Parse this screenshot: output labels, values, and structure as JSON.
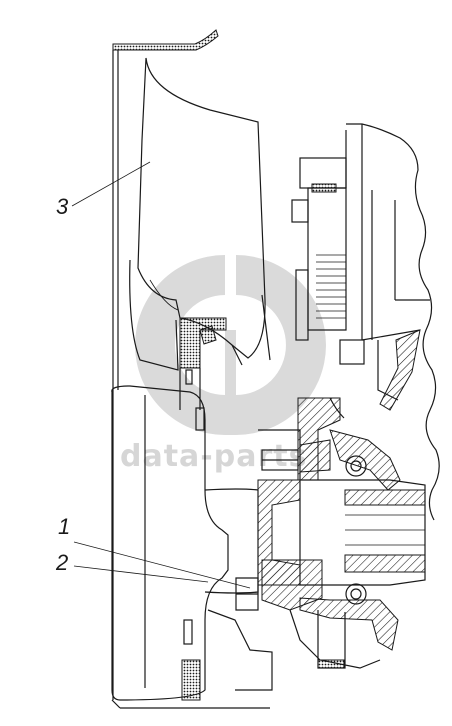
{
  "callouts": [
    {
      "id": "3",
      "label": "3"
    },
    {
      "id": "1",
      "label": "1"
    },
    {
      "id": "2",
      "label": "2"
    }
  ],
  "watermark": {
    "text": "data-parts",
    "color": "#d6d6d6"
  },
  "colors": {
    "line": "#1a1a1a",
    "background": "#ffffff"
  }
}
